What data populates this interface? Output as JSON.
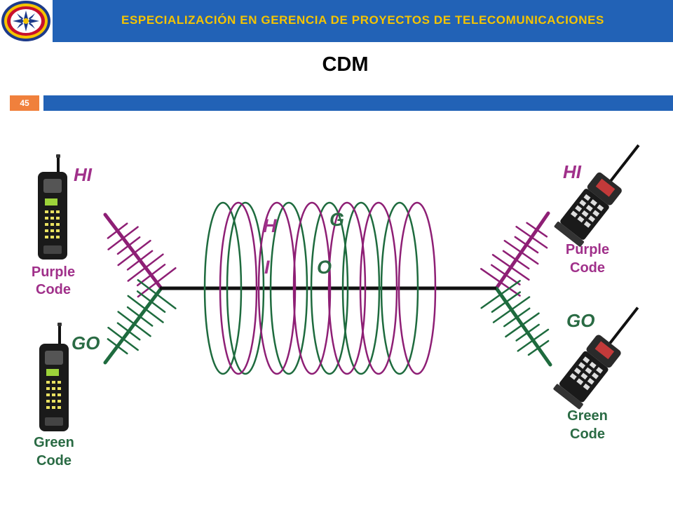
{
  "header": {
    "title": "ESPECIALIZACIÓN EN GERENCIA DE PROYECTOS DE TELECOMUNICACIONES",
    "logo_icon": "university-seal-icon"
  },
  "slide": {
    "title": "CDM",
    "number": "45"
  },
  "diagram": {
    "left": {
      "top_message": "HI",
      "top_code_line1": "Purple",
      "top_code_line2": "Code",
      "bottom_message": "GO",
      "bottom_code_line1": "Green",
      "bottom_code_line2": "Code"
    },
    "right": {
      "top_message": "HI",
      "top_code_line1": "Purple",
      "top_code_line2": "Code",
      "bottom_message": "GO",
      "bottom_code_line1": "Green",
      "bottom_code_line2": "Code"
    },
    "wave_letters": {
      "h": "H",
      "i": "I",
      "g": "G",
      "o": "O"
    }
  },
  "colors": {
    "header_blue": "#2262b6",
    "header_text": "#f5c400",
    "badge": "#f0803c",
    "purple": "#8e1f75",
    "green": "#1e6b3e",
    "label_purple": "#a0308a",
    "label_green": "#2a6b44"
  }
}
